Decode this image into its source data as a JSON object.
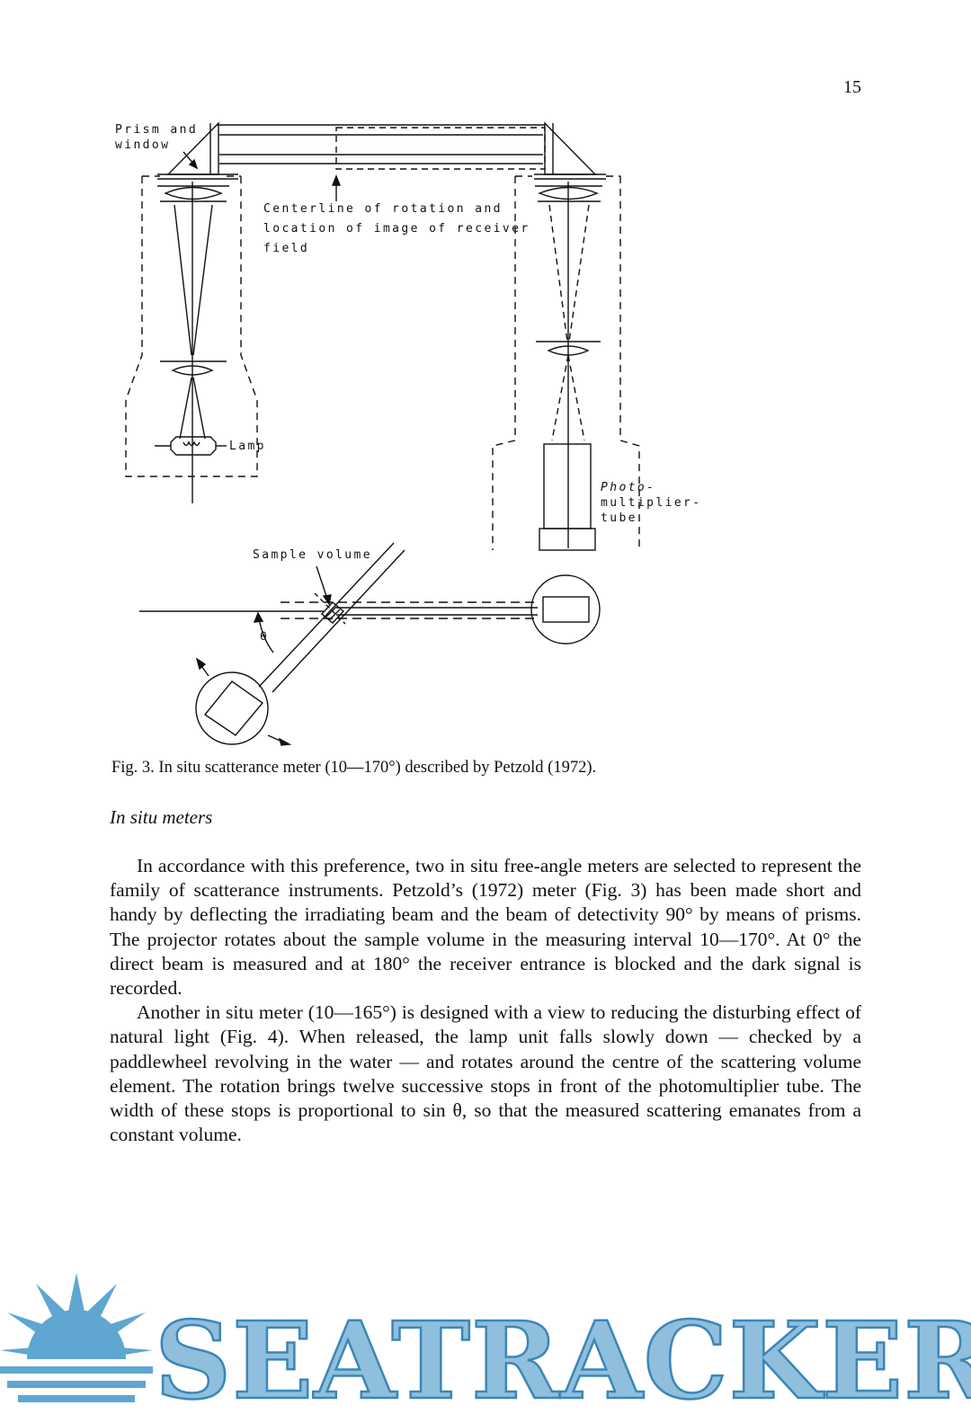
{
  "page": {
    "number": "15"
  },
  "figure": {
    "labels": {
      "prism_line1": "Prism and",
      "prism_line2": "window",
      "centerline_line1": "Centerline of rotation and",
      "centerline_line2": "location of image of receiver",
      "centerline_line3": "field",
      "lamp": "Lamp",
      "photo_line1": "Photo-",
      "photo_line2": "multiplier-",
      "photo_line3": "tube",
      "sample_volume": "Sample volume",
      "theta": "θ"
    },
    "caption": "Fig. 3. In situ scatterance meter (10—170°) described by Petzold (1972)."
  },
  "section": {
    "heading": "In situ meters",
    "paragraphs": [
      "In accordance with this preference, two in situ free-angle meters are selected to represent the family of scatterance instruments. Petzold’s (1972) meter (Fig. 3) has been made short and handy by deflecting the irradiating beam and the beam of detectivity 90° by means of prisms. The projector rotates about the sample volume in the measuring interval 10—170°. At 0° the direct beam is measured and at 180° the receiver entrance is blocked and the dark signal is recorded.",
      "Another in situ meter (10—165°) is designed with a view to reducing the disturbing effect of natural light (Fig. 4). When released, the lamp unit falls slowly down — checked by a paddlewheel revolving in the water — and rotates around the centre of the scattering volume element. The rotation brings twelve successive stops in front of the photomultiplier tube. The width of these stops is proportional to sin θ, so that the measured scattering emanates from a constant volume."
    ]
  },
  "watermark": {
    "text": "SEATRACKER.RU"
  }
}
